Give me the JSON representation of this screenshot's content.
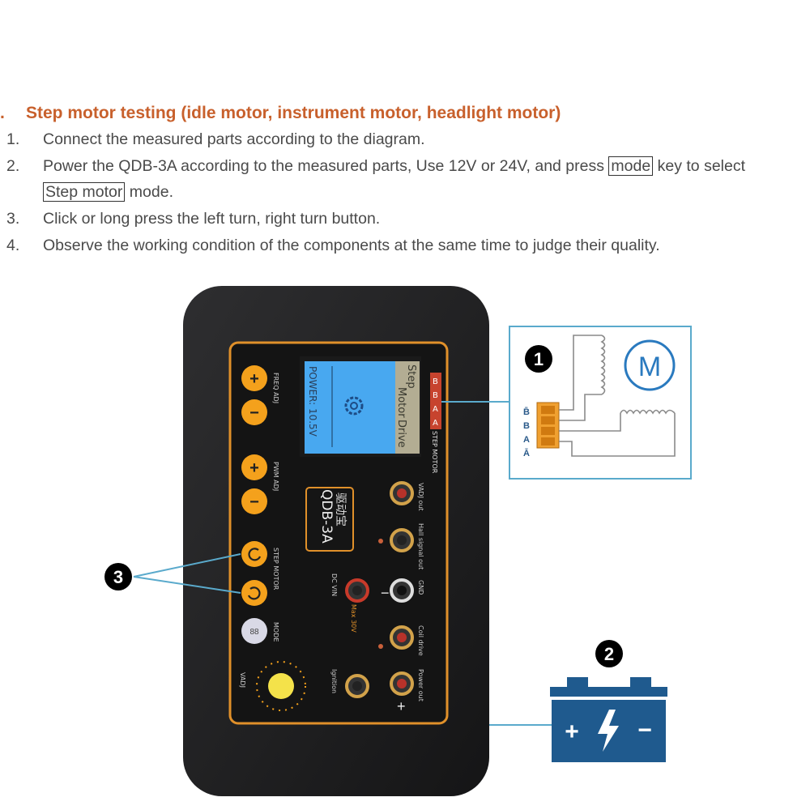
{
  "instructions": {
    "heading": "Step motor testing (idle motor, instrument motor, headlight motor)",
    "heading_bullet": ".",
    "steps": [
      {
        "num": "1.",
        "text": "Connect the measured parts according to the diagram."
      },
      {
        "num": "2.",
        "text_a": "Power the QDB-3A according to the measured parts, Use 12V or 24V, and press ",
        "key": "mode",
        "text_b": " key to select",
        "cont_key": "Step motor",
        "cont_text": " mode."
      },
      {
        "num": "3.",
        "text": "Click or long press the left turn, right turn button."
      },
      {
        "num": "4.",
        "text": "Observe the working condition of the components at the same time to judge their quality."
      }
    ]
  },
  "device": {
    "model": "QDB-3A",
    "brand_cn": "驱动宝",
    "screen": {
      "power_line": "POWER: 10.5V",
      "mode_lines": [
        "Step",
        "Motor",
        "Drive"
      ]
    },
    "port_letters": [
      "B",
      "B",
      "A",
      "A"
    ],
    "step_motor_label": "STEP MOTOR",
    "left_labels": {
      "freq": "FREQ ADJ",
      "pwm": "PWM ADJ",
      "step": "STEP MOTOR",
      "mode": "MODE",
      "vadj": "VADJ"
    },
    "mode_key": "88",
    "right_labels": [
      "VADJ out",
      "Hall signal out",
      "GND",
      "Coil drive",
      "Power out"
    ],
    "center_labels": {
      "dcvin": "DC VIN",
      "ignition": "Ignition",
      "max": "Max 30V"
    },
    "buttons": {
      "plus": "+",
      "minus": "−"
    }
  },
  "callouts": {
    "c1": "1",
    "c2": "2",
    "c3": "3"
  },
  "connector_letters": [
    "B̄",
    "B",
    "A",
    "Ā"
  ],
  "motor_symbol": "M",
  "battery": {
    "plus": "+",
    "minus": "−"
  },
  "colors": {
    "heading": "#c8602c",
    "accent": "#f4a11c",
    "callout_line": "#5aaacc",
    "panel_border": "#e0902a",
    "screen": "#48a8f0",
    "battery": "#1f5a8e"
  }
}
